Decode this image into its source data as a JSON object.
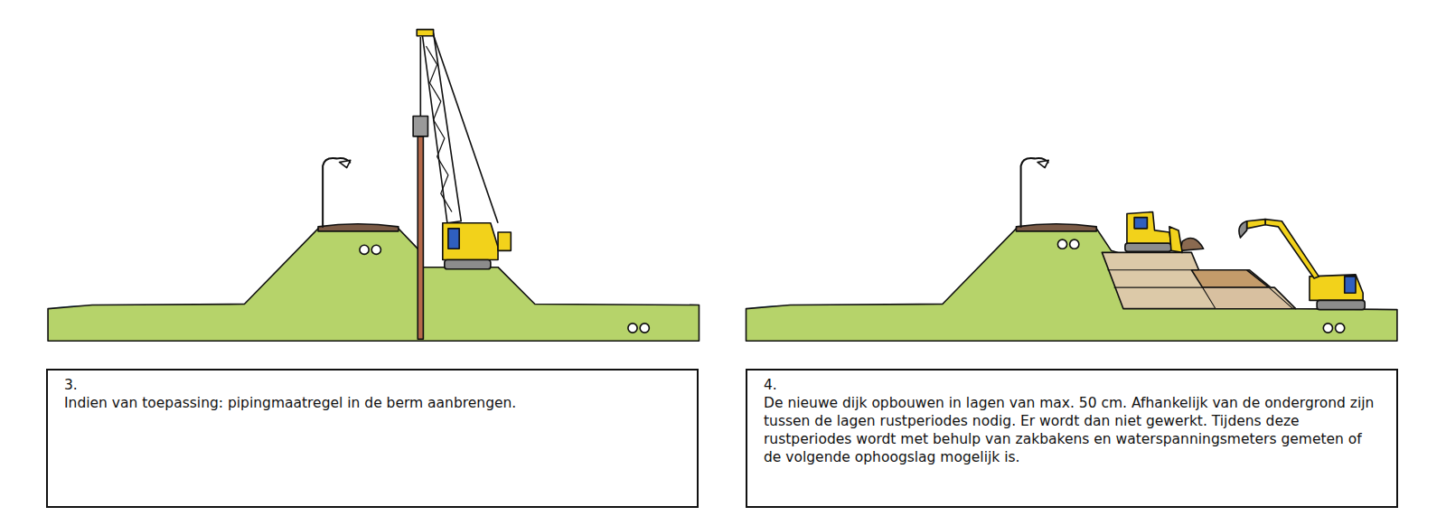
{
  "diagram": {
    "nodes": [
      {
        "text": [
          "3.",
          "Indien van toepassing: pipingmaatregel in de berm aanbrengen."
        ]
      },
      {
        "text": [
          "4.",
          "De nieuwe dijk opbouwen in lagen van max. 50 cm. Afhankelijk van de ondergrond zijn tussen de lagen rustperiodes nodig. Er wordt dan niet gewerkt. Tijdens deze rustperiodes wordt met behulp van zakbakens en waterspanningsmeters gemeten of de volgende ophoogslag mogelijk is."
        ]
      }
    ]
  }
}
